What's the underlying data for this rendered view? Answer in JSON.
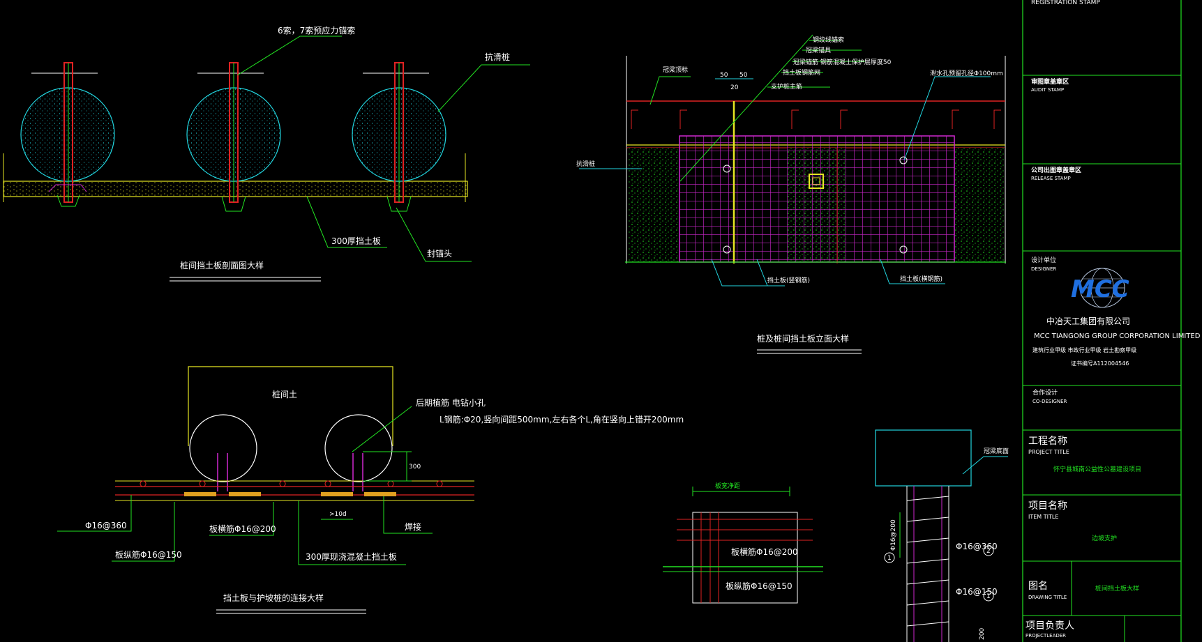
{
  "colors": {
    "background": "#000000",
    "pile": "#22d6e0",
    "leader": "#22e322",
    "rebar": "#e02222",
    "mesh": "#d028d0",
    "concrete": "#e6e622",
    "text": "#ffffff",
    "logo": "#1f6fe0"
  },
  "drawing1": {
    "callout_anchor": "6索，7索预应力锚索",
    "callout_pile": "抗滑桩",
    "callout_slab": "300厚挡土板",
    "callout_anchor_head": "封锚头",
    "title": "桩间挡土板剖面图大样"
  },
  "drawing2": {
    "callouts": [
      "钢绞线锚索",
      "冠梁锚具",
      "冠梁锚筋 钢筋混凝土保护层厚度50",
      "挡土板钢筋网",
      "支护桩主筋"
    ],
    "crown_beam": "冠梁顶标",
    "drain_pipe": "泄水孔预留孔径Φ100mm",
    "side_pile": "抗滑桩",
    "slab_left": "挡土板(竖钢筋)",
    "slab_right": "挡土板(横钢筋)",
    "dim_left": "50",
    "dim_right": "50",
    "dim_mid": "20",
    "title": "桩及桩间挡土板立面大样"
  },
  "drawing3": {
    "soil": "桩间土",
    "callout_drill": "后期植筋  电钻小孔",
    "note": "L钢筋:Φ20,竖向间距500mm,左右各个L,角在竖向上错开200mm",
    "dim_vertical": "300",
    "dim_lap": ">10d",
    "bar_a": "Φ16@360",
    "bar_b": "板横筋Φ16@200",
    "bar_c": "板纵筋Φ16@150",
    "slab": "300厚现浇混凝土挡土板",
    "weld": "焊接",
    "title": "挡土板与护坡桩的连接大样"
  },
  "drawing4": {
    "top": "板宽净距",
    "bar1": "板横筋Φ16@200",
    "bar2": "板纵筋Φ16@150"
  },
  "drawing5": {
    "crown": "冠梁底面",
    "dim1": "Φ16@200",
    "bar_b": "Φ16@360",
    "bar_c": "Φ16@150",
    "mark1": "1",
    "mark2": "2",
    "mark3": "1",
    "dim_bottom": "200"
  },
  "titleblock": {
    "registration": "REGISTRATION STAMP",
    "audit_cn": "审图章盖章区",
    "audit_en": "AUDIT STAMP",
    "release_cn": "公司出图章盖章区",
    "release_en": "RELEASE STAMP",
    "designer_cn": "设计单位",
    "designer_en": "DESIGNER",
    "logo": "MCC",
    "company_cn": "中冶天工集团有限公司",
    "company_en": "MCC TIANGONG GROUP CORPORATION LIMITED",
    "qual": "建筑行业甲级  市政行业甲级  岩土勘察甲级",
    "cert": "证书编号A112004546",
    "codesign_cn": "合作设计",
    "codesign_en": "CO-DESIGNER",
    "project_cn": "工程名称",
    "project_en": "PROJECT TITLE",
    "project_value": "怀宁县城南公益性公墓建设项目",
    "item_cn": "项目名称",
    "item_en": "ITEM TITLE",
    "item_value": "边坡支护",
    "drawing_cn": "图名",
    "drawing_en": "DRAWING TITLE",
    "drawing_value": "桩间挡土板大样",
    "leader_cn": "项目负责人",
    "leader_en": "PROJECTLEADER"
  }
}
